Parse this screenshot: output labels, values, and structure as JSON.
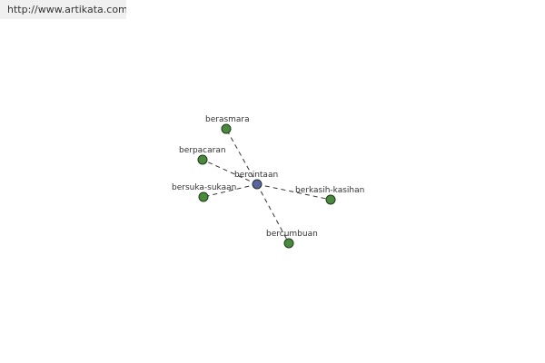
{
  "header": {
    "url": "http://www.artikata.com"
  },
  "graph": {
    "center": {
      "id": "bercintaan",
      "label": "bercintaan"
    },
    "nodes": [
      {
        "id": "berasmara",
        "label": "berasmara"
      },
      {
        "id": "berpacaran",
        "label": "berpacaran"
      },
      {
        "id": "bersuka-sukaan",
        "label": "bersuka-sukaan"
      },
      {
        "id": "berkasih-kasihan",
        "label": "berkasih-kasihan"
      },
      {
        "id": "bercumbuan",
        "label": "bercumbuan"
      }
    ],
    "edges": [
      [
        "bercintaan",
        "berasmara"
      ],
      [
        "bercintaan",
        "berpacaran"
      ],
      [
        "bercintaan",
        "bersuka-sukaan"
      ],
      [
        "bercintaan",
        "berkasih-kasihan"
      ],
      [
        "bercintaan",
        "bercumbuan"
      ]
    ],
    "colors": {
      "center_fill": "#5b63a8",
      "node_fill": "#4a8a3e",
      "node_stroke": "#1f3a1a",
      "edge": "#333333"
    }
  }
}
